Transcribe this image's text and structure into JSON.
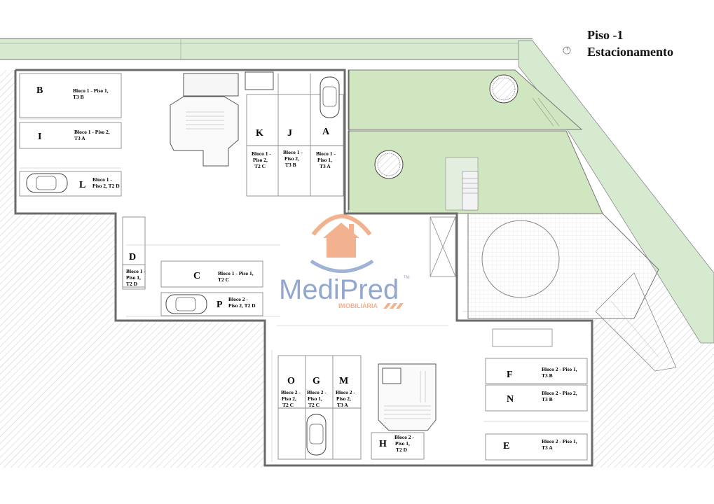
{
  "header": {
    "title_line1": "Piso -1",
    "title_line2": "Estacionamento"
  },
  "logo": {
    "name": "MediPred",
    "subtitle": "IMOBILIÁRIA",
    "trademark": "TM",
    "colors": {
      "house": "#f0a47c",
      "blue": "#8fa6cf",
      "text": "#7f98c8"
    }
  },
  "colors": {
    "wall": "#777777",
    "grass": "#cfe6c0",
    "hatch": "#bbbbbb"
  },
  "spots": [
    {
      "letter": "B",
      "lines": [
        "Bloco 1 - Piso 1,",
        "T3 B"
      ]
    },
    {
      "letter": "I",
      "lines": [
        "Bloco 1 - Piso 2,",
        "T3 A"
      ]
    },
    {
      "letter": "L",
      "lines": [
        "Bloco 1 -",
        "Piso 2, T2 D"
      ]
    },
    {
      "letter": "K",
      "lines": [
        "Bloco 1 -",
        "Piso 2,",
        "T2 C"
      ]
    },
    {
      "letter": "J",
      "lines": [
        "Bloco 1 -",
        "Piso 2,",
        "T3 B"
      ]
    },
    {
      "letter": "A",
      "lines": [
        "Bloco 1 -",
        "Piso 1,",
        "T3 A"
      ]
    },
    {
      "letter": "D",
      "lines": [
        "Bloco 1 -",
        "Piso 1,",
        "T2 D"
      ]
    },
    {
      "letter": "C",
      "lines": [
        "Bloco 1 - Piso 1,",
        "T2 C"
      ]
    },
    {
      "letter": "P",
      "lines": [
        "Bloco 2 -",
        "Piso 2, T2 D"
      ]
    },
    {
      "letter": "O",
      "lines": [
        "Bloco 2 -",
        "Piso 2,",
        "T2 C"
      ]
    },
    {
      "letter": "G",
      "lines": [
        "Bloco 2 -",
        "Piso 1,",
        "T2 C"
      ]
    },
    {
      "letter": "M",
      "lines": [
        "Bloco 2 -",
        "Piso 2,",
        "T3 A"
      ]
    },
    {
      "letter": "H",
      "lines": [
        "Bloco 2 -",
        "Piso 1,",
        "T2 D"
      ]
    },
    {
      "letter": "F",
      "lines": [
        "Bloco 2 - Piso 1,",
        "T3 B"
      ]
    },
    {
      "letter": "N",
      "lines": [
        "Bloco 2 - Piso 2,",
        "T3 B"
      ]
    },
    {
      "letter": "E",
      "lines": [
        "Bloco 2 - Piso 1,",
        "T3 A"
      ]
    }
  ]
}
